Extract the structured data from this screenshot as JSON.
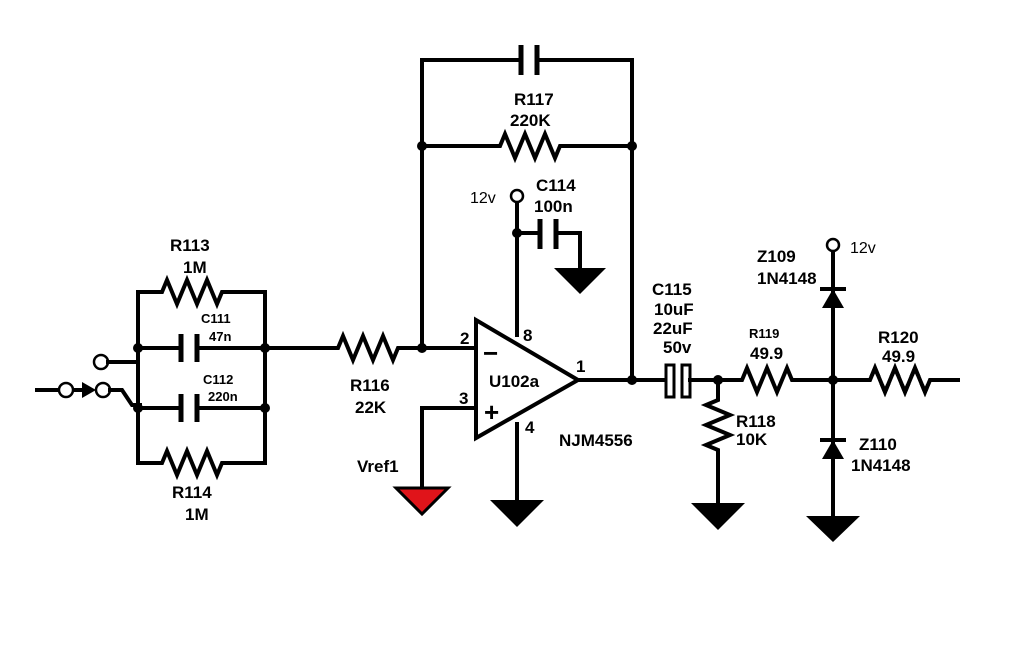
{
  "components": {
    "r113": {
      "ref": "R113",
      "value": "1M"
    },
    "r114": {
      "ref": "R114",
      "value": "1M"
    },
    "c111": {
      "ref": "C111",
      "value": "47n"
    },
    "c112": {
      "ref": "C112",
      "value": "220n"
    },
    "r116": {
      "ref": "R116",
      "value": "22K"
    },
    "r117": {
      "ref": "R117",
      "value": "220K"
    },
    "c114": {
      "ref": "C114",
      "value": "100n"
    },
    "u102": {
      "ref": "U102a",
      "part": "NJM4556",
      "pin_inv": "2",
      "pin_noninv": "3",
      "pin_out": "1",
      "pin_vcc": "8",
      "pin_gnd": "4"
    },
    "c115": {
      "ref": "C115",
      "value1": "10uF",
      "value2": "22uF",
      "voltage": "50v"
    },
    "r118": {
      "ref": "R118",
      "value": "10K"
    },
    "r119": {
      "ref": "R119",
      "value": "49.9"
    },
    "r120": {
      "ref": "R120",
      "value": "49.9"
    },
    "z109": {
      "ref": "Z109",
      "part": "1N4148"
    },
    "z110": {
      "ref": "Z110",
      "part": "1N4148"
    }
  },
  "supplies": {
    "vcc_opamp": "12v",
    "vcc_clamp": "12v",
    "vref": "Vref1"
  },
  "colors": {
    "wire": "#000000",
    "vref_ground": "#e0141a"
  }
}
